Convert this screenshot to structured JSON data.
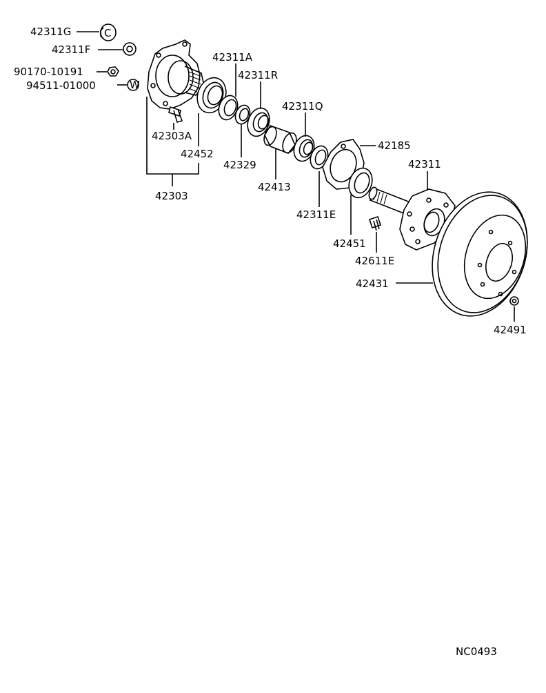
{
  "diagram_code": "NC0493",
  "labels": {
    "l42311G": "42311G",
    "l42311F": "42311F",
    "l90170": "90170-10191",
    "l94511": "94511-01000",
    "l42311A": "42311A",
    "l42311R": "42311R",
    "l42311Q": "42311Q",
    "l42185": "42185",
    "l42311": "42311",
    "l42303A": "42303A",
    "l42452": "42452",
    "l42329": "42329",
    "l42413": "42413",
    "l42303": "42303",
    "l42311E": "42311E",
    "l42451": "42451",
    "l42611E": "42611E",
    "l42431": "42431",
    "l42491": "42491"
  },
  "badges": {
    "nut_letter": "C",
    "washer_letter": "W"
  }
}
